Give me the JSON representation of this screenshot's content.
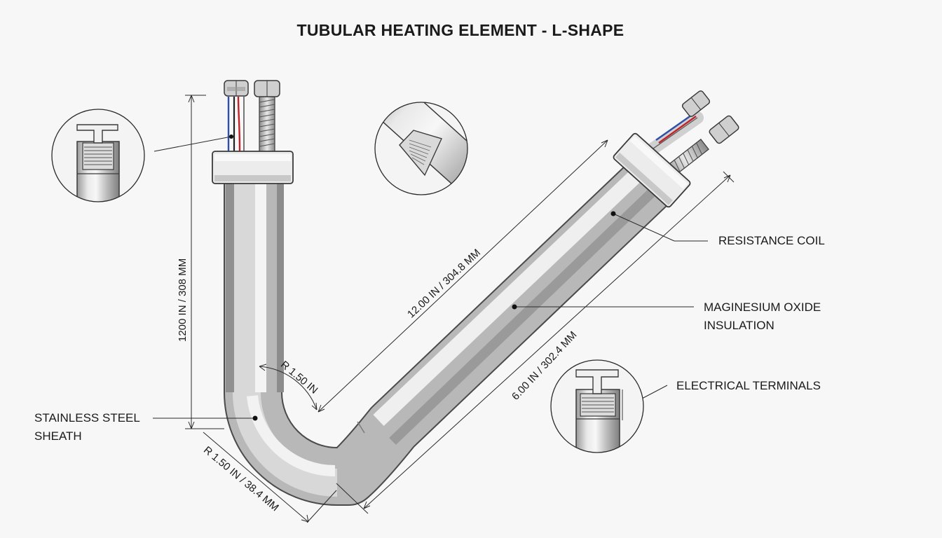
{
  "title": "TUBULAR HEATING ELEMENT - L-SHAPE",
  "labels": {
    "resistance_coil": "RESISTANCE COIL",
    "insulation_line1": "MAGINESIUM OXIDE",
    "insulation_line2": "INSULATION",
    "terminals": "ELECTRICAL TERMINALS",
    "sheath_line1": "STAINLESS STEEL",
    "sheath_line2": "SHEATH"
  },
  "dimensions": {
    "vertical_length": "1200 IN / 308 MM",
    "diagonal_length": "12.00 IN / 304.8 MM",
    "bend_radius_inner": "R 1.50 IN",
    "diagonal_offset": "6.00 IN / 302.4 MM",
    "bend_radius_outer": "R 1.50 IN / 38.4 MM"
  },
  "colors": {
    "tube_light": "#f2f2f2",
    "tube_mid": "#c4c4c4",
    "tube_dark": "#8a8a8a",
    "outline": "#3a3a3a",
    "wire_red": "#c0242b",
    "wire_blue": "#2f4fa8"
  }
}
